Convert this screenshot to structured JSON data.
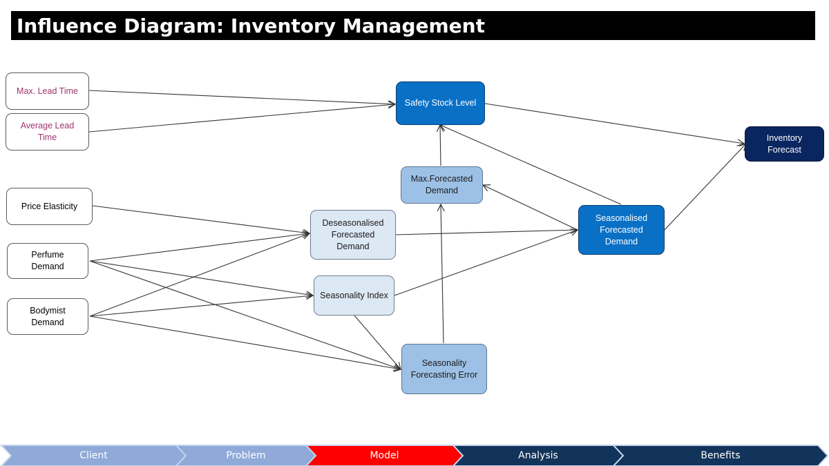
{
  "title": "Influence Diagram: Inventory Management",
  "colors": {
    "input_border": "#5a5a5a",
    "pink_text": "#a0336e",
    "pale_blue": "#dde8f5",
    "light_blue": "#9dc1e6",
    "mid_blue": "#0a70c6",
    "dark_navy": "#0a2660",
    "nav_light": "#8fa9d8",
    "nav_active": "#ff0000",
    "nav_dark": "#12335a"
  },
  "nodes": {
    "max_lead_time": "Max. Lead Time",
    "average_lead_time": "Average Lead Time",
    "price_elasticity": "Price Elasticity",
    "perfume_demand": "Perfume Demand",
    "bodymist_demand": "Bodymist Demand",
    "deseasonalised": "Deseasonalised Forecasted Demand",
    "seasonality_index": "Seasonality Index",
    "seasonality_error": "Seasonality Forecasting Error",
    "max_forecasted": "Max.Forecasted Demand",
    "safety_stock": "Safety Stock Level",
    "seasonalised": "Seasonalised Forecasted Demand",
    "inventory_forecast": "Inventory Forecast"
  },
  "nav": [
    {
      "label": "Client",
      "state": "past"
    },
    {
      "label": "Problem",
      "state": "past"
    },
    {
      "label": "Model",
      "state": "active"
    },
    {
      "label": "Analysis",
      "state": "future"
    },
    {
      "label": "Benefits",
      "state": "future"
    }
  ]
}
